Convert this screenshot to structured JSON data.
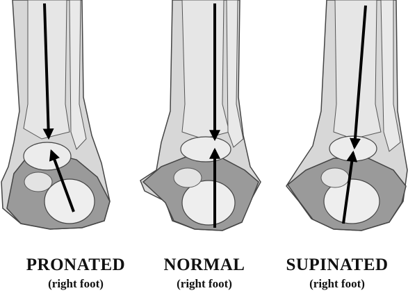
{
  "panels": [
    {
      "title": "PRONATED",
      "subtitle": "(right foot)"
    },
    {
      "title": "NORMAL",
      "subtitle": "(right foot)"
    },
    {
      "title": "SUPINATED",
      "subtitle": "(right foot)"
    }
  ],
  "colors": {
    "leg": "#d7d7d7",
    "bone": "#ececec",
    "heel": "#9a9a9a",
    "outline": "#444444",
    "arrow": "#000000"
  }
}
